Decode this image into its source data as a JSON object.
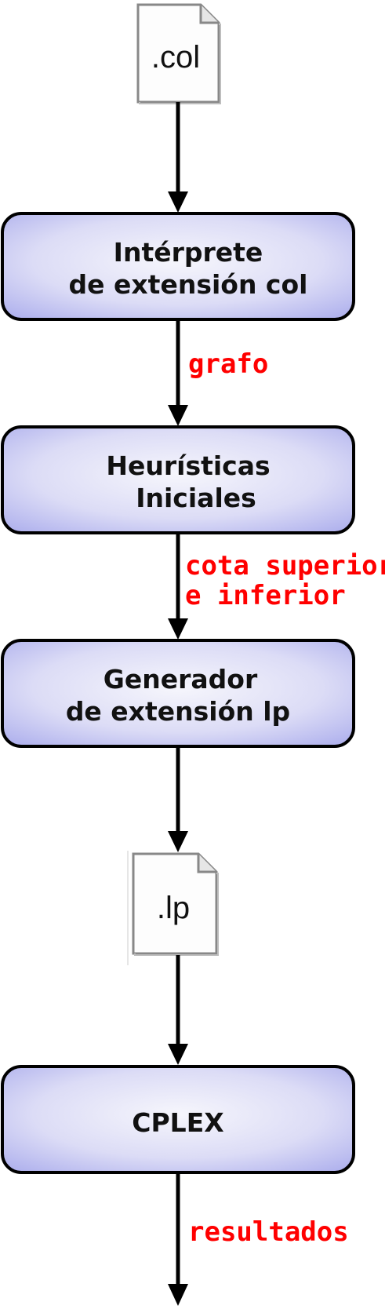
{
  "diagram": {
    "files": {
      "col": ".col",
      "lp": ".lp"
    },
    "boxes": {
      "interpreter": [
        "Intérprete",
        "de extensión col"
      ],
      "heuristics": [
        "Heurísticas",
        "Iniciales"
      ],
      "generator": [
        "Generador",
        "de extensión lp"
      ],
      "cplex": [
        "CPLEX"
      ]
    },
    "edge_labels": {
      "graph": "grafo",
      "bounds": [
        "cota superior",
        "e inferior"
      ],
      "results": "resultados"
    },
    "colors": {
      "box_fill_center": "#f4f4fb",
      "box_fill_edge": "#aeb0ee",
      "box_stroke": "#000000",
      "arrow": "#000000",
      "edge_label": "#ff0000",
      "file_fill": "#ffffff",
      "file_stroke": "#777777"
    }
  }
}
